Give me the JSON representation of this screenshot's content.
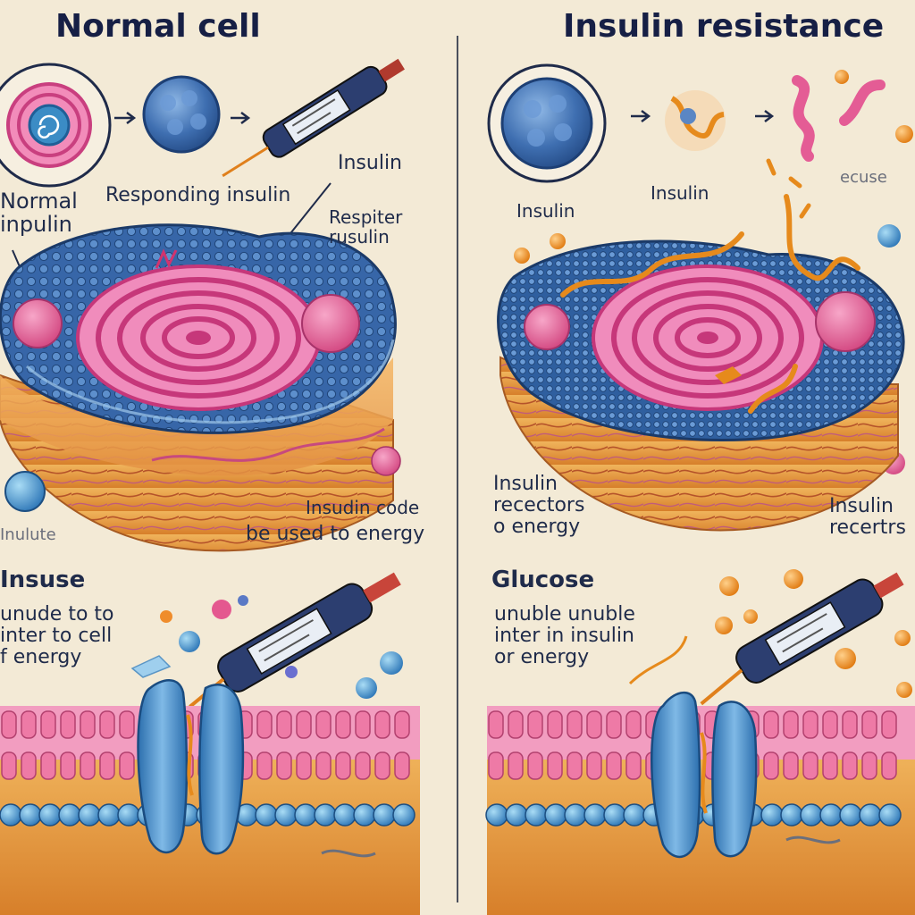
{
  "left": {
    "title": "Normal cell",
    "label_normal_inpulin": "Normal\ninpulin",
    "label_responding": "Responding insulin",
    "label_insulin_top": "Insulin",
    "label_respiter": "Respiter\nrusulin",
    "label_insudin_code": "Insudin code",
    "label_be_used": "be used to energy",
    "label_inulute": "Inulute",
    "label_insuse": "Insuse",
    "label_unude": "unude to to\ninter to cell\nf energy"
  },
  "right": {
    "title": "Insulin resistance",
    "label_insulin_a": "Insulin",
    "label_insulin_b": "Insulin",
    "label_ecuse": "ecuse",
    "label_insulin_recectors": "Insulin\nrecectors\no energy",
    "label_insulin_recertrs": "Insulin\nrecertrs",
    "label_glucose": "Glucose",
    "label_unuble": "unuble unuble\ninter in insulin\nor energy"
  },
  "colors": {
    "background": "#f3ead6",
    "cytoplasm_blue": "#3f6fb1",
    "nucleus_pink": "#e0589f",
    "tissue_orange": "#e0953c",
    "membrane_pink": "#ee7aa6",
    "channel_blue": "#4a91c9",
    "insulin_orange": "#e68a1c"
  },
  "icons": [
    "syringe-icon",
    "arrow-right-icon",
    "glucose-molecule-icon",
    "insulin-chain-icon"
  ]
}
